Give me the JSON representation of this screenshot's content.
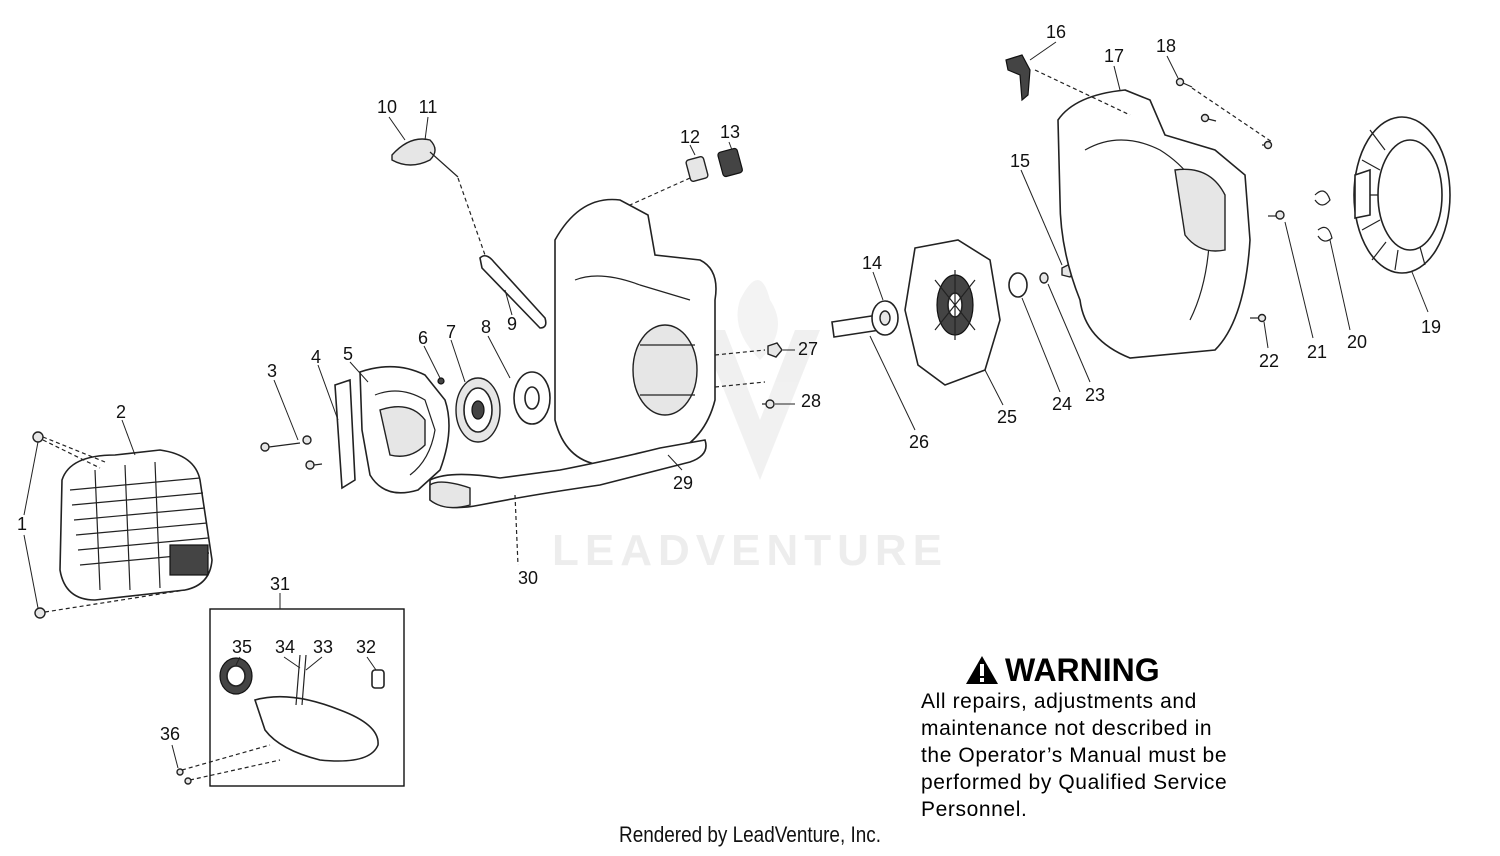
{
  "watermark": "LEADVENTURE",
  "callouts": [
    "1",
    "2",
    "3",
    "4",
    "5",
    "6",
    "7",
    "8",
    "9",
    "10",
    "11",
    "12",
    "13",
    "14",
    "15",
    "16",
    "17",
    "18",
    "19",
    "20",
    "21",
    "22",
    "23",
    "24",
    "25",
    "26",
    "27",
    "28",
    "29",
    "30",
    "31",
    "32",
    "33",
    "34",
    "35",
    "36"
  ],
  "warning": {
    "title": "WARNING",
    "icon": "warning-triangle-icon",
    "lines": [
      "All repairs, adjustments and",
      "maintenance not described in",
      "the Operator’s Manual must be",
      "performed by Qualified Service",
      "Personnel."
    ]
  },
  "footer": "Rendered by LeadVenture, Inc."
}
